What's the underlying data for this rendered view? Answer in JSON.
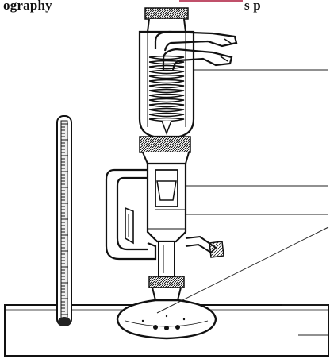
{
  "caption": {
    "left_fragment": "ography",
    "right_fragment": "s p"
  },
  "colors": {
    "ink": "#111111",
    "glass_shade": "#d8d8d8",
    "accent": "#c0506a"
  },
  "parts": [
    "thermometer",
    "reflux-condenser",
    "water-inlet-outlet-tubes",
    "extraction-thimble-chamber",
    "siphon-tube",
    "vapour-side-arm",
    "round-bottom-flask",
    "boiling-chips",
    "heating-mantle-bench"
  ]
}
